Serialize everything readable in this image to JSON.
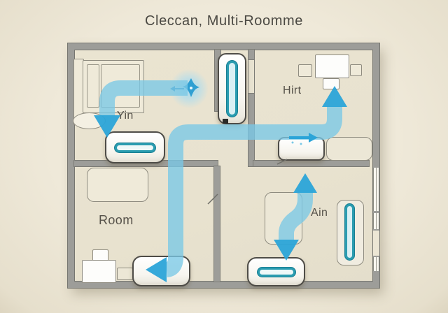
{
  "title": "Cleccan, Multi-Roomme",
  "rooms": {
    "top_left": {
      "label": "Yin"
    },
    "top_right": {
      "label": "Hirt"
    },
    "bottom_left": {
      "label": "Room"
    },
    "bottom_right": {
      "label": "Ain"
    }
  },
  "icons": {
    "fan_glow": "fan-sparkle-icon",
    "flow_arrows": "airflow-arrow-icon"
  },
  "colors": {
    "background": "#ede7d5",
    "floor": "#e8e2cf",
    "wall": "#9d9d99",
    "flow_band": "#7ac8e6",
    "arrow": "#2ba4d8",
    "device_slot_teal": "#2a9cb0"
  }
}
